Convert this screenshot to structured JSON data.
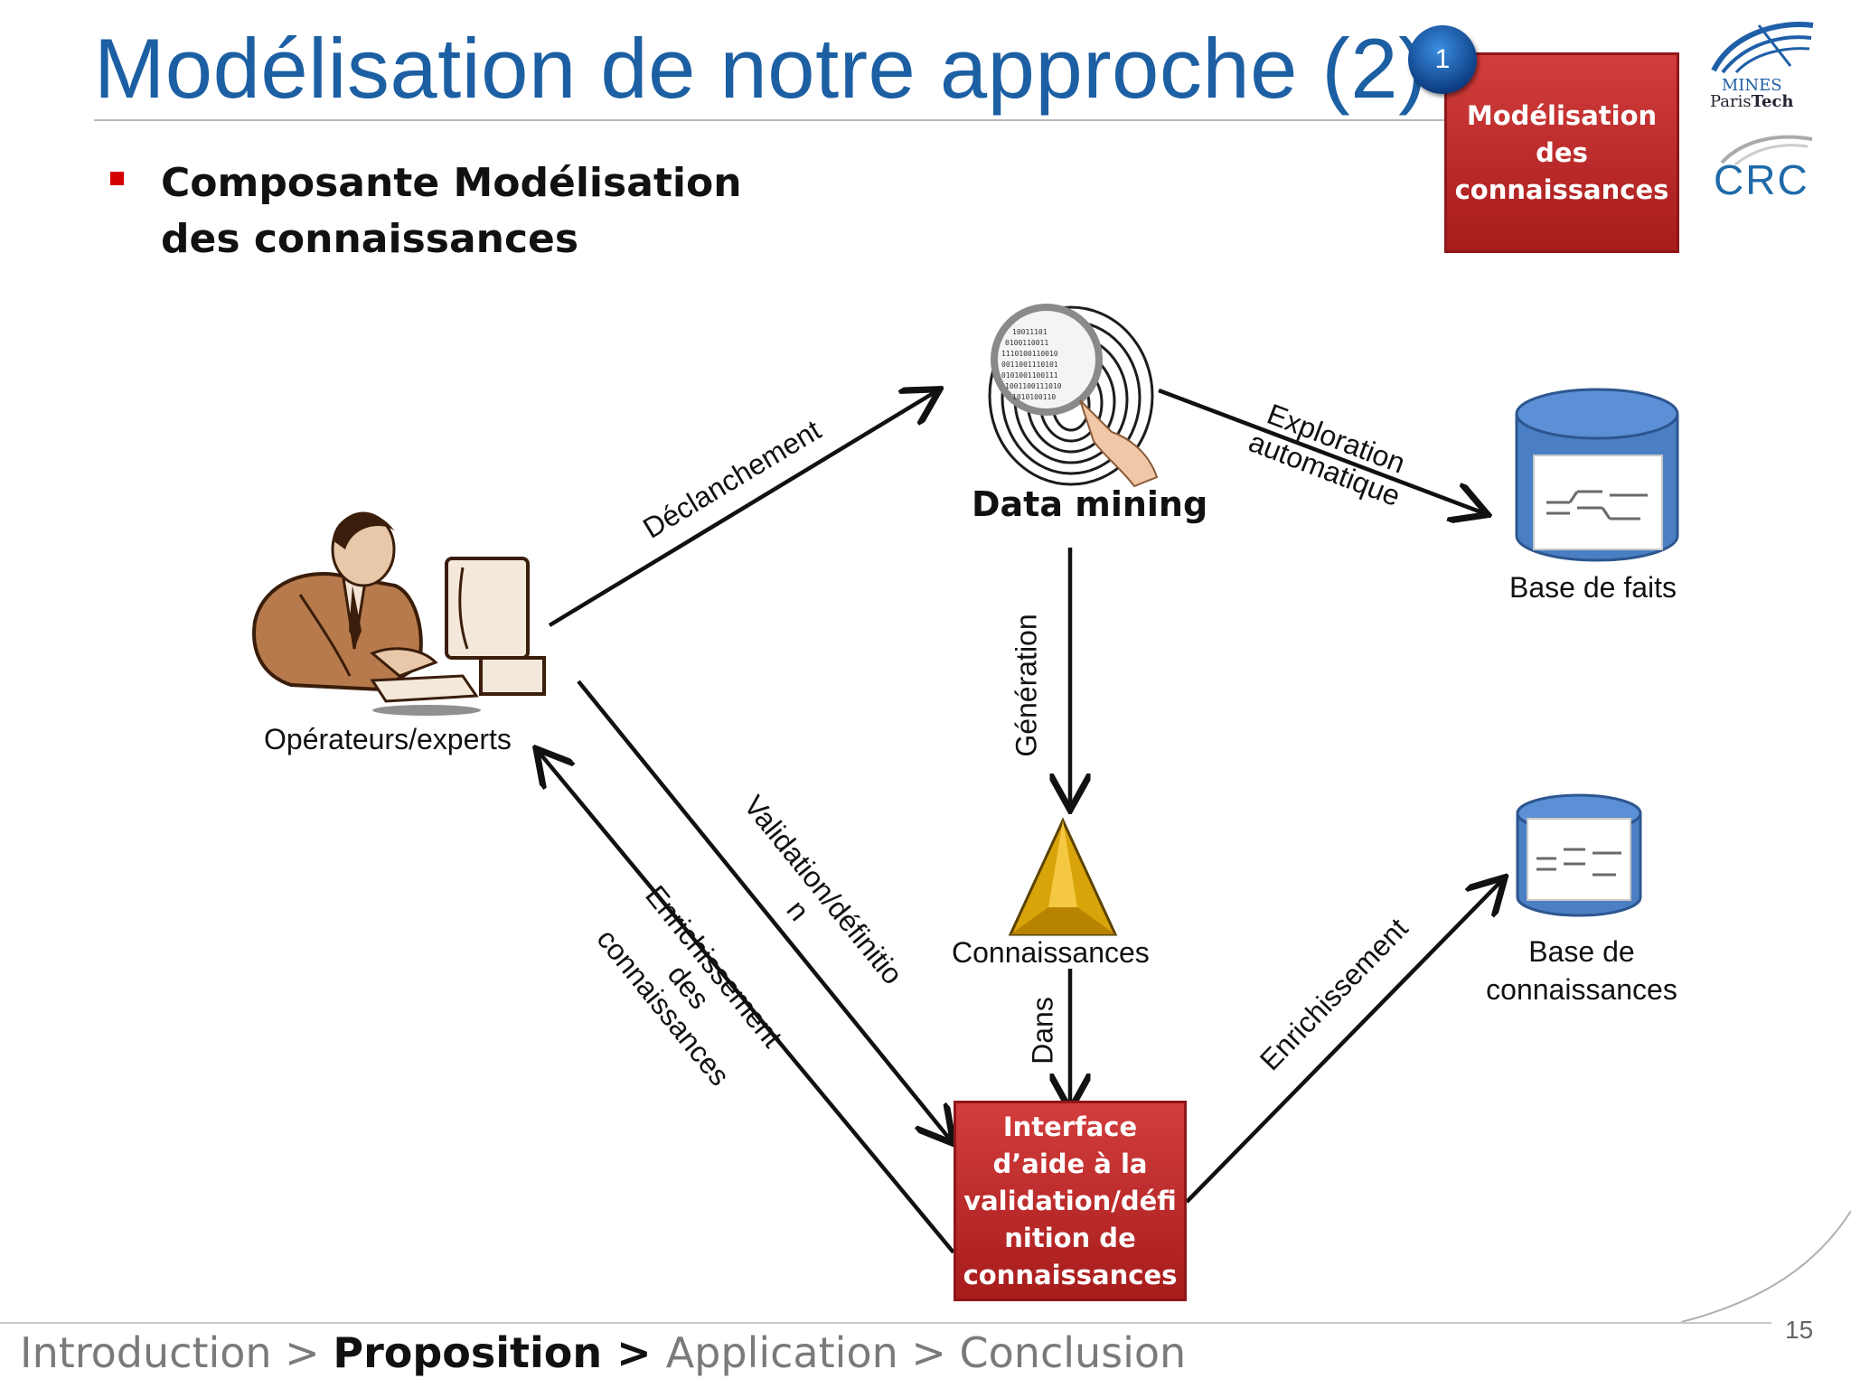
{
  "slide": {
    "title": "Modélisation de notre approche (2)",
    "bullet": "Composante Modélisation des connaissances",
    "step_number": "1",
    "step_box": "Modélisation des connaissances",
    "page_number": "15"
  },
  "logos": {
    "mines_line1": "MINES",
    "mines_line2_a": "Paris",
    "mines_line2_b": "Tech",
    "crc": "CRC"
  },
  "diagram": {
    "nodes": {
      "operators": "Opérateurs/experts",
      "data_mining": "Data mining",
      "fact_base": "Base de faits",
      "knowledge": "Connaissances",
      "knowledge_base_l1": "Base de",
      "knowledge_base_l2": "connaissances",
      "interface": "Interface d’aide à la validation/défi nition de connaissances"
    },
    "edges": {
      "trigger": "Déclanchement",
      "exploration_l1": "Exploration",
      "exploration_l2": "automatique",
      "generation": "Génération",
      "inside": "Dans",
      "validation_l1": "Validation/définitio",
      "validation_l2": "n",
      "enrich_kb": "Enrichissement",
      "enrich_l1": "Enrichissement",
      "enrich_l2": "des",
      "enrich_l3": "connaissances"
    }
  },
  "footer": {
    "nav_1": "Introduction > ",
    "nav_current": "Proposition > ",
    "nav_2": "Application > Conclusion"
  },
  "colors": {
    "title": "#1c5fa3",
    "red_box": "#c0292c",
    "db_blue": "#4a7fc4",
    "bullet": "#d40000"
  }
}
